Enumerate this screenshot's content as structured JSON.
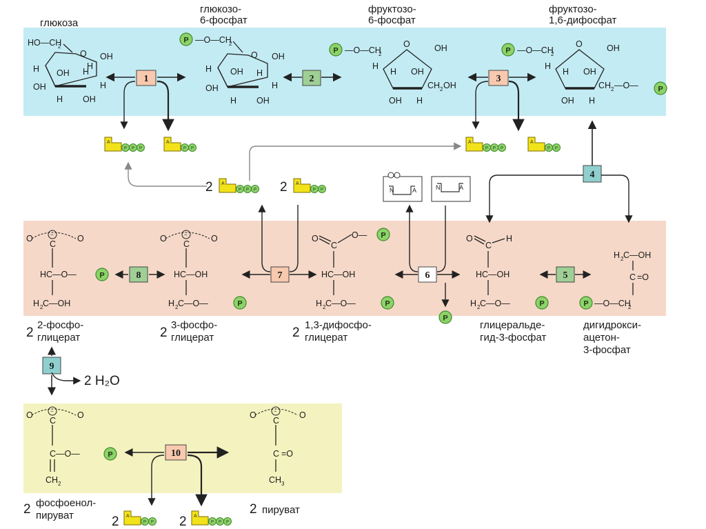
{
  "compounds": {
    "glucose": "глюкоза",
    "g6p_1": "глюкозо-",
    "g6p_2": "6-фосфат",
    "f6p_1": "фруктозо-",
    "f6p_2": "6-фосфат",
    "f16bp_1": "фруктозо-",
    "f16bp_2": "1,6-дифосфат",
    "pg2_1": "2-фосфо-",
    "pg2_2": "глицерат",
    "pg3_1": "3-фосфо-",
    "pg3_2": "глицерат",
    "bpg_1": "1,3-дифосфо-",
    "bpg_2": "глицерат",
    "gap_1": "глицеральде-",
    "gap_2": "гид-3-фосфат",
    "dhap_1": "дигидрокси-",
    "dhap_2": "ацетон-",
    "dhap_3": "3-фосфат",
    "pep_1": "фосфоенол-",
    "pep_2": "пируват",
    "pyruvate": "пируват"
  },
  "steps": {
    "s1": "1",
    "s2": "2",
    "s3": "3",
    "s4": "4",
    "s5": "5",
    "s6": "6",
    "s7": "7",
    "s8": "8",
    "s9": "9",
    "s10": "10"
  },
  "coefficients": {
    "two": "2"
  },
  "byproducts": {
    "water": "2 H₂O"
  },
  "colors": {
    "hexose_band": "#c3ebf3",
    "triose_band": "#f5d8c8",
    "pyruvate_band": "#f4f3bf",
    "phosphate": "#8ed26a",
    "nucleotide": "#f2e21a",
    "kinase_step": "#f7c9ae",
    "isomerase_step": "#9fcf95",
    "lyase_step": "#8fd0cf"
  }
}
